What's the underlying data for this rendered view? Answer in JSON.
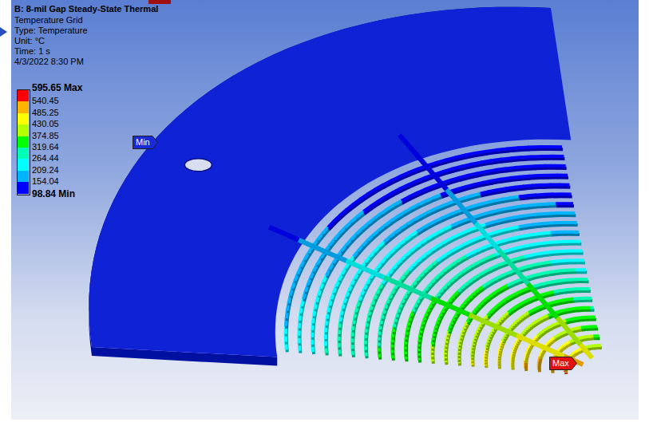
{
  "diagram": {
    "title": "B: 8-mil Gap Steady-State Thermal",
    "nodes": [
      {
        "text": [
          "Min"
        ]
      },
      {
        "text": [
          "Max"
        ]
      }
    ],
    "labels": [
      "Temperature Grid",
      "Type: Temperature",
      "Unit: °C",
      "Time: 1 s",
      "4/3/2022 8:30 PM",
      "98.84 Min"
    ],
    "legend": [
      {
        "text": "595.65 Max",
        "color": "#ff0000"
      },
      {
        "text": "540.45",
        "color": "#ffb400"
      },
      {
        "text": "485.25",
        "color": "#ffff00"
      },
      {
        "text": "430.05",
        "color": "#b4ff00"
      },
      {
        "text": "374.85",
        "color": "#00ff00"
      },
      {
        "text": "319.64",
        "color": "#00ffb4"
      },
      {
        "text": "264.44",
        "color": "#00ffff"
      },
      {
        "text": "209.24",
        "color": "#00b4ff"
      },
      {
        "text": "154.04",
        "color": "#0000ff"
      }
    ]
  }
}
